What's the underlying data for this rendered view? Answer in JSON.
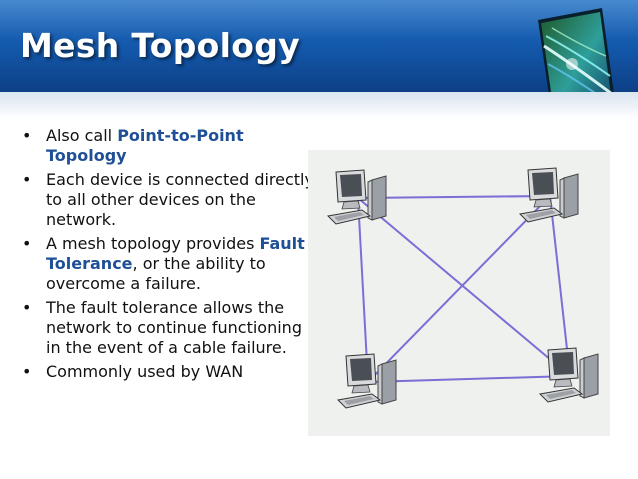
{
  "slide": {
    "title": "Mesh Topology"
  },
  "bullets": [
    {
      "pre": "Also call ",
      "highlight": "Point-to-Point Topology",
      "post": ""
    },
    {
      "pre": "Each device is connected directly to all other devices on the network.",
      "highlight": "",
      "post": ""
    },
    {
      "pre": "A mesh topology provides ",
      "highlight": "Fault Tolerance",
      "post": ", or the ability to overcome a failure."
    },
    {
      "pre": "The fault tolerance allows the network to continue functioning in the event of a cable failure.",
      "highlight": "",
      "post": ""
    },
    {
      "pre": "Commonly used by WAN",
      "highlight": "",
      "post": ""
    }
  ],
  "bullet_glyph": "•",
  "diagram": {
    "nodes": [
      "computer-top-left",
      "computer-top-right",
      "computer-bottom-left",
      "computer-bottom-right"
    ],
    "links": [
      [
        0,
        1
      ],
      [
        0,
        2
      ],
      [
        0,
        3
      ],
      [
        1,
        2
      ],
      [
        1,
        3
      ],
      [
        2,
        3
      ]
    ],
    "colors": {
      "link": "#7a6fd6",
      "background": "#eef1ee",
      "highlight_text": "#1f4f96",
      "header": "#1356a8"
    }
  }
}
